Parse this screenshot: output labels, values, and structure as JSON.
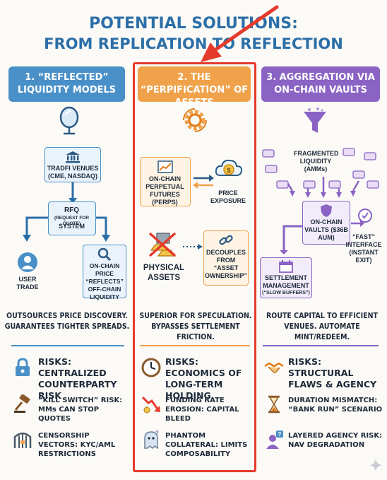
{
  "title": {
    "line1": "POTENTIAL SOLUTIONS:",
    "line2": "FROM REPLICATION TO REFLECTION"
  },
  "columns": [
    {
      "header": "1. “REFLECTED” LIQUIDITY MODELS",
      "nodes": {
        "tradfi": "TRADFI VENUES (CME, NASDAQ)",
        "rfq": "RFQ",
        "rfq_sub": "(REQUEST FOR QUOTE)",
        "rfq_system": "SYSTEM",
        "user_trade": "USER TRADE",
        "onchain_price": "ON-CHAIN PRICE “REFLECTS” OFF-CHAIN LIQUIDITY"
      },
      "summary": "OUTSOURCES PRICE DISCOVERY. GUARANTEES TIGHTER SPREADS.",
      "risk_header": "RISKS: CENTRALIZED COUNTERPARTY RISK",
      "risks": [
        "“KILL SWITCH” RISK: MMs CAN STOP QUOTES",
        "CENSORSHIP VECTORS: KYC/AML RESTRICTIONS"
      ]
    },
    {
      "header": "2. THE “PERPIFICATION” OF ASSETS",
      "nodes": {
        "perps": "ON-CHAIN PERPETUAL FUTURES (PERPS)",
        "price_exposure": "PRICE EXPOSURE",
        "physical_assets": "PHYSICAL ASSETS",
        "decouples": "DECOUPLES FROM “ASSET OWNERSHIP”"
      },
      "summary": "SUPERIOR FOR SPECULATION. BYPASSES SETTLEMENT FRICTION.",
      "risk_header": "RISKS: ECONOMICS OF LONG-TERM HOLDING",
      "risks": [
        "FUNDING RATE EROSION: CAPITAL BLEED",
        "PHANTOM COLLATERAL: LIMITS COMPOSABILITY"
      ]
    },
    {
      "header": "3. AGGREGATION VIA ON-CHAIN VAULTS",
      "nodes": {
        "fragmented": "FRAGMENTED LIQUIDITY (AMMs)",
        "vaults": "ON-CHAIN VAULTS ($36B AUM)",
        "fast": "“FAST” INTERFACE (INSTANT EXIT)",
        "settlement": "SETTLEMENT MANAGEMENT",
        "slow": "(“SLOW BUFFERS”)"
      },
      "summary": "ROUTE CAPITAL TO EFFICIENT VENUES. AUTOMATE MINT/REDEEM.",
      "risk_header": "RISKS: STRUCTURAL FLAWS & AGENCY",
      "risks": [
        "DURATION MISMATCH: “BANK RUN” SCENARIO",
        "LAYERED AGENCY RISK: NAV DEGRADATION"
      ]
    }
  ],
  "colors": {
    "blue": "#4a90c8",
    "orange": "#f0a24b",
    "purple": "#8a63c4",
    "highlight_red": "#e53b2c"
  },
  "icons": [
    "mirror-icon",
    "bank-icon",
    "magnifier-icon",
    "user-icon",
    "gear-icon",
    "chart-icon",
    "cloud-coin-icon",
    "gold-bars-icon",
    "chain-link-icon",
    "funnel-icon",
    "shield-icon",
    "calendar-icon",
    "lock-icon",
    "gavel-icon",
    "gate-icon",
    "clock-icon",
    "down-arrow-icon",
    "ghost-icon",
    "handshake-icon",
    "hourglass-icon",
    "person-question-icon"
  ]
}
